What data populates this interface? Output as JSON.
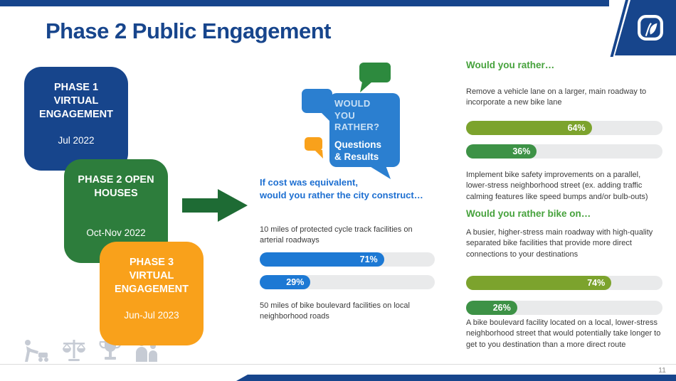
{
  "slide": {
    "title": "Phase 2 Public Engagement",
    "page_number": "11",
    "logo_name": "city-of-dallas-logo"
  },
  "colors": {
    "navy": "#17458c",
    "blue": "#1d79d4",
    "card_green": "#2d7d3c",
    "heading_green": "#46a23c",
    "olive_bar": "#7ca32d",
    "green_bar": "#3d9246",
    "orange": "#f9a11b",
    "bar_track": "#e9eaeb"
  },
  "timeline": [
    {
      "title": "PHASE 1 VIRTUAL ENGAGEMENT",
      "date": "Jul 2022"
    },
    {
      "title": "PHASE 2 OPEN HOUSES",
      "date": "Oct-Nov 2022"
    },
    {
      "title": "PHASE 3 VIRTUAL ENGAGEMENT",
      "date": "Jun-Jul 2023"
    }
  ],
  "bubble": {
    "line1": "WOULD",
    "line2": "YOU RATHER?",
    "line3": "Questions",
    "line4": "& Results"
  },
  "polls": {
    "center": {
      "heading_line1": "If cost was equivalent,",
      "heading_line2": "would you rather the city construct…",
      "option_a": "10 miles of protected cycle track facilities on arterial roadways",
      "option_b": "50 miles of bike boulevard facilities on local neighborhood roads",
      "bars": [
        {
          "value": 71,
          "label": "71%"
        },
        {
          "value": 29,
          "label": "29%"
        }
      ]
    },
    "right_1": {
      "heading": "Would you rather…",
      "option_a": "Remove a vehicle lane on a larger, main roadway to incorporate a new bike lane",
      "option_b": "Implement bike safety improvements on a parallel, lower-stress neighborhood street (ex. adding traffic calming features like speed bumps and/or bulb-outs)",
      "bars": [
        {
          "value": 64,
          "label": "64%"
        },
        {
          "value": 36,
          "label": "36%"
        }
      ]
    },
    "right_2": {
      "heading": "Would you rather bike on…",
      "option_a": "A busier, higher-stress main roadway with high-quality separated bike facilities that provide more direct connections to your destinations",
      "option_b": "A bike boulevard facility located on a local, lower-stress neighborhood street that would potentially take longer to get to you destination than a more direct route",
      "bars": [
        {
          "value": 74,
          "label": "74%"
        },
        {
          "value": 26,
          "label": "26%"
        }
      ]
    }
  },
  "chart_data": [
    {
      "type": "bar",
      "title": "If cost was equivalent, would you rather the city construct…",
      "categories": [
        "10 miles of protected cycle track facilities on arterial roadways",
        "50 miles of bike boulevard facilities on local neighborhood roads"
      ],
      "values": [
        71,
        29
      ],
      "xlim": [
        0,
        100
      ]
    },
    {
      "type": "bar",
      "title": "Would you rather…",
      "categories": [
        "Remove a vehicle lane on a larger, main roadway to incorporate a new bike lane",
        "Implement bike safety improvements on a parallel, lower-stress neighborhood street"
      ],
      "values": [
        64,
        36
      ],
      "xlim": [
        0,
        100
      ]
    },
    {
      "type": "bar",
      "title": "Would you rather bike on…",
      "categories": [
        "A busier, higher-stress main roadway with high-quality separated bike facilities",
        "A bike boulevard facility located on a local, lower-stress neighborhood street"
      ],
      "values": [
        74,
        26
      ],
      "xlim": [
        0,
        100
      ]
    }
  ],
  "footer_icons": [
    "service-icon",
    "equity-scales-icon",
    "excellence-trophy-icon",
    "community-people-icon"
  ]
}
